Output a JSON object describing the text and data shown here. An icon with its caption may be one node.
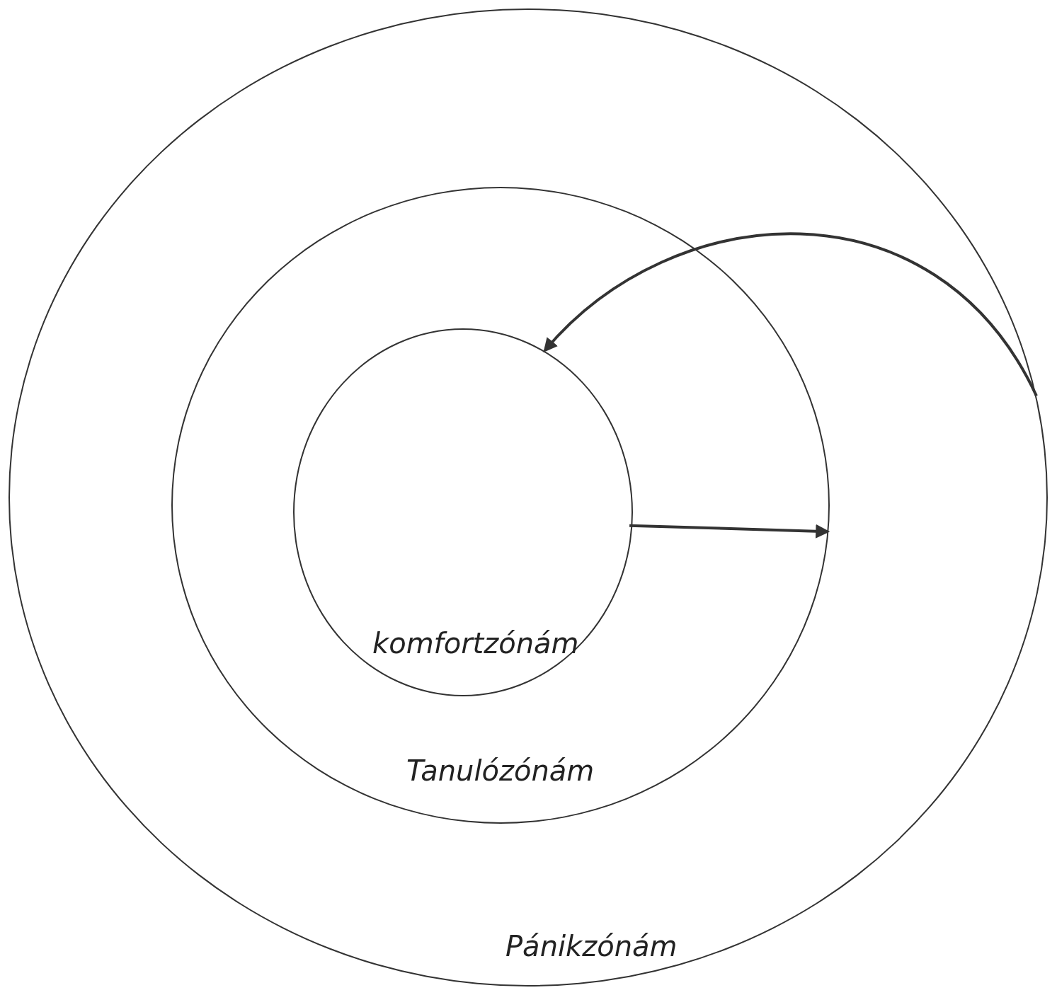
{
  "diagram": {
    "nodes": [
      {
        "text": [
          "Pánikzónám"
        ]
      },
      {
        "text": [
          "Tanulózónám"
        ],
        "in": 0
      },
      {
        "text": [
          "komfortzónám"
        ],
        "in": 1
      }
    ],
    "edges": [
      {
        "from": 2,
        "to": 1,
        "arrow": "to"
      },
      {
        "from": 0,
        "to": 2,
        "arrow": "to"
      }
    ]
  }
}
